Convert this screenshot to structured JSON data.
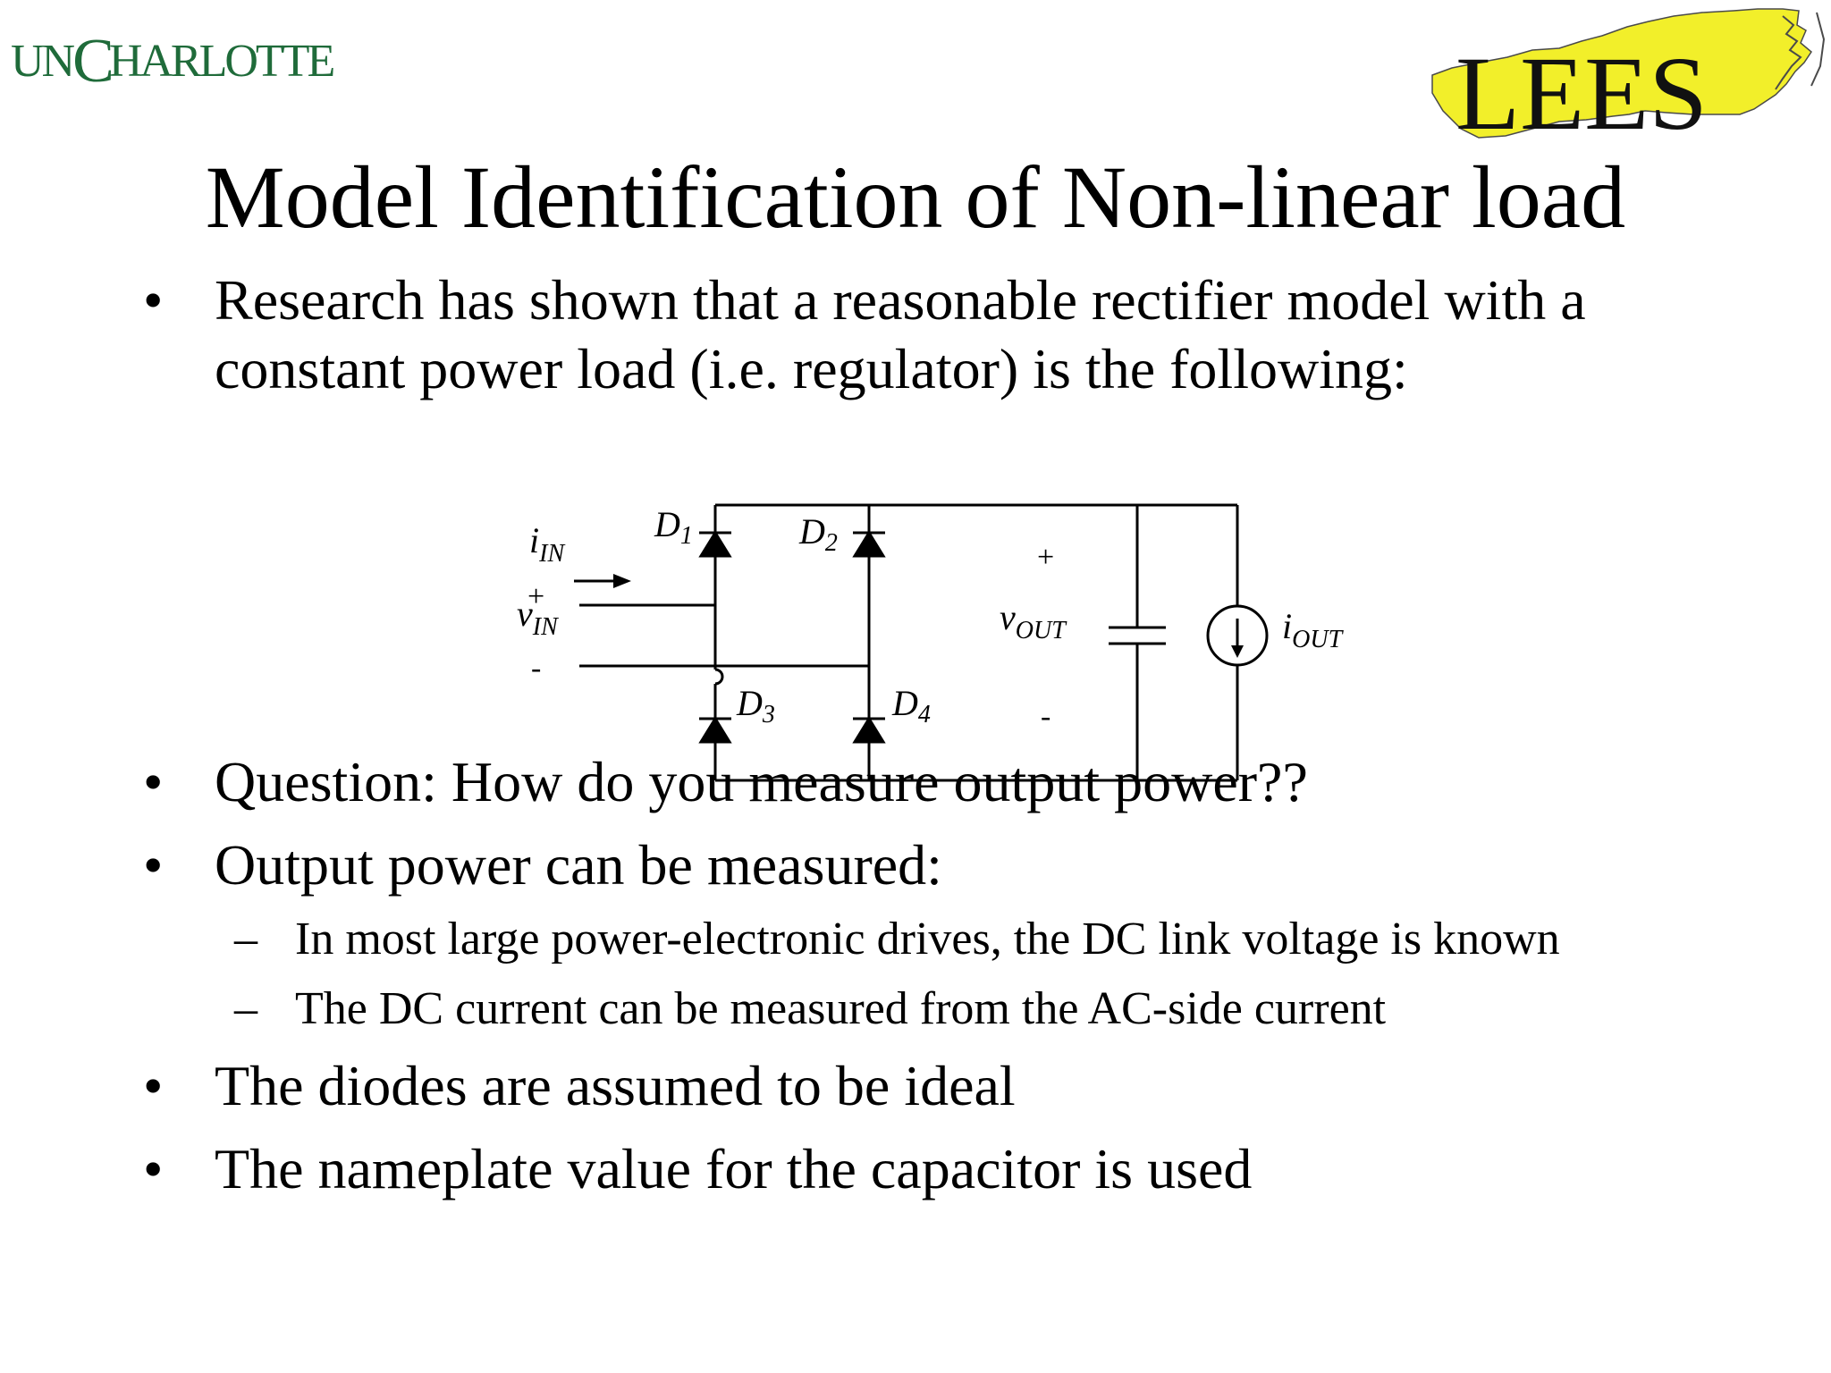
{
  "logos": {
    "left_text": "UNC CHARLOTTE",
    "left_part1": "UN",
    "left_part2": "C",
    "left_part3": "HARLOTTE",
    "right_text": "LEES",
    "colors": {
      "left_green": "#1f6b3a",
      "map_yellow": "#f2ef2a",
      "map_outline": "#4a4a4a"
    }
  },
  "title": "Model Identification of Non-linear load",
  "bullets": [
    {
      "symbol": "•",
      "text": "Research has shown that a reasonable rectifier model with a"
    },
    {
      "symbol": "",
      "text": "constant power load (i.e. regulator) is the following:"
    },
    {
      "symbol": "•",
      "text": "Question: How do you measure output power??"
    },
    {
      "symbol": "•",
      "text": "Output power can be measured:"
    },
    {
      "symbol": "•",
      "text": "The diodes are assumed to be ideal"
    },
    {
      "symbol": "•",
      "text": "The nameplate value for the capacitor is used"
    }
  ],
  "sub_bullets": [
    {
      "symbol": "–",
      "text": "In most large power-electronic drives, the DC link voltage is known"
    },
    {
      "symbol": "–",
      "text": "The DC current can be measured from the AC-side current"
    }
  ],
  "circuit": {
    "i_in": {
      "main": "i",
      "sub": "IN"
    },
    "v_in": {
      "main": "v",
      "sub": "IN"
    },
    "v_in_plus": "+",
    "v_in_minus": "-",
    "d1": {
      "main": "D",
      "sub": "1"
    },
    "d2": {
      "main": "D",
      "sub": "2"
    },
    "d3": {
      "main": "D",
      "sub": "3"
    },
    "d4": {
      "main": "D",
      "sub": "4"
    },
    "v_out": {
      "main": "v",
      "sub": "OUT"
    },
    "v_out_plus": "+",
    "v_out_minus": "-",
    "i_out": {
      "main": "i",
      "sub": "OUT"
    }
  }
}
